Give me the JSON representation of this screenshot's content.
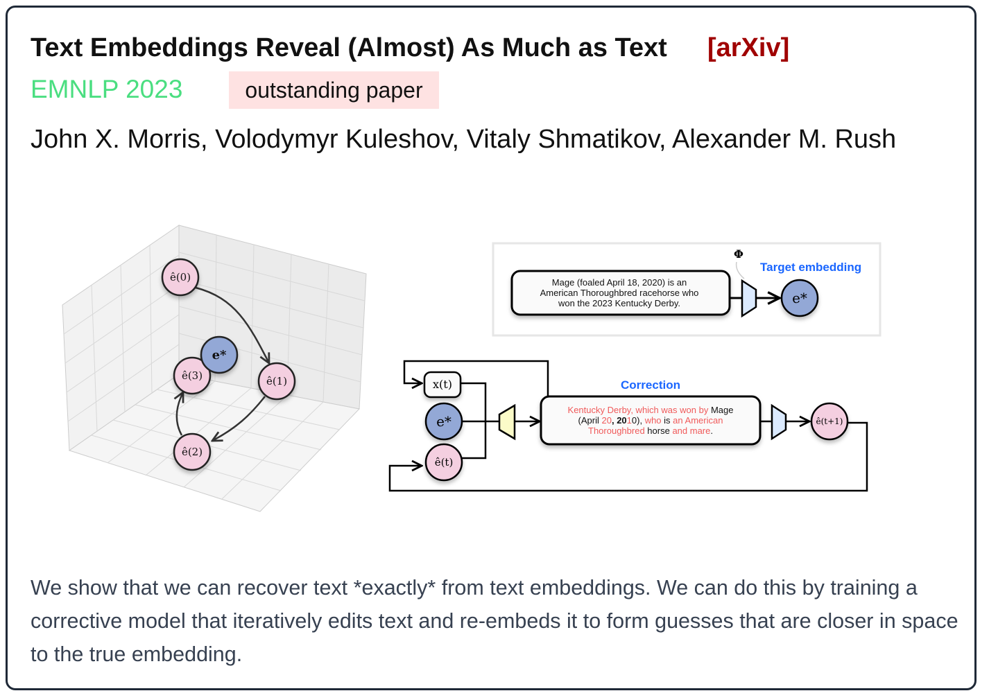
{
  "paper": {
    "title": "Text Embeddings Reveal (Almost) As Much as Text",
    "arxiv_label": "[arXiv]",
    "venue": "EMNLP 2023",
    "award": "outstanding paper",
    "authors": "John X. Morris, Volodymyr Kuleshov, Vitaly Shmatikov, Alexander M. Rush",
    "abstract": "We show that we can recover text *exactly* from text embeddings. We can do this by training a corrective model that iteratively edits text and re-embeds it to form guesses that are closer in space to the true embedding."
  },
  "figure": {
    "nodes_3d": {
      "e0": "ê(0)",
      "e1": "ê(1)",
      "e2": "ê(2)",
      "e3": "ê(3)",
      "estar": "e*"
    },
    "phi": "Φ",
    "target_label": "Target embedding",
    "source_text": [
      "Mage (foaled April 18, 2020) is an",
      "American Thoroughbred racehorse who",
      "won the 2023 Kentucky Derby."
    ],
    "correction_label": "Correction",
    "x_t": "x(t)",
    "e_star": "e*",
    "e_t": "ê(t)",
    "e_t1": "ê(t+1)",
    "corrected_text": {
      "line1_red": "Kentucky Derby, which was won by ",
      "line1_black": "Mage",
      "line2": [
        "(April ",
        "20",
        ", 20",
        "1",
        "0), ",
        "who",
        " is ",
        "an American"
      ],
      "line3": [
        "Thoroughbred",
        " horse ",
        "and mare",
        "."
      ]
    },
    "colors": {
      "pink": "#f4cfe0",
      "blue": "#93a8d6",
      "accent_blue": "#1a66ff",
      "red_text": "#f05a5a"
    }
  }
}
